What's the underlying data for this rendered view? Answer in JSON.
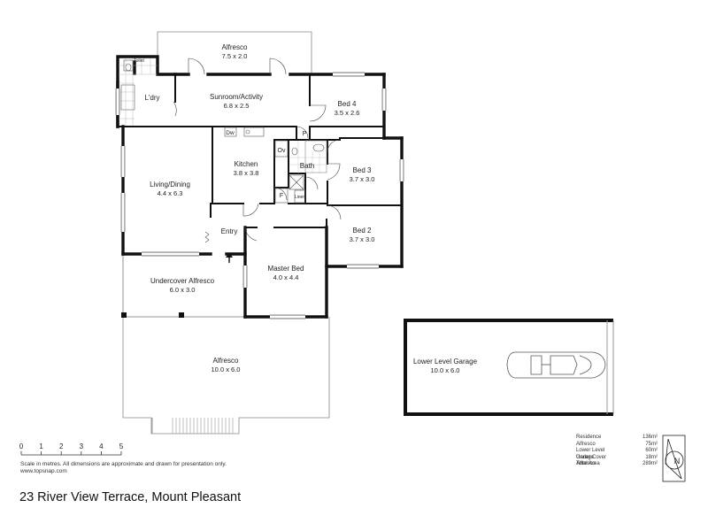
{
  "rooms": {
    "alfresco_top": {
      "name": "Alfresco",
      "dims": "7.5 x 2.0"
    },
    "laundry": {
      "name": "L'dry"
    },
    "toilet": {
      "name": "Toilet"
    },
    "sunroom": {
      "name": "Sunroom/Activity",
      "dims": "6.8 x 2.5"
    },
    "bed4": {
      "name": "Bed 4",
      "dims": "3.5 x 2.6"
    },
    "living": {
      "name": "Living/Dining",
      "dims": "4.4 x 6.3"
    },
    "kitchen": {
      "name": "Kitchen",
      "dims": "3.8 x 3.8"
    },
    "bath": {
      "name": "Bath"
    },
    "bed3": {
      "name": "Bed 3",
      "dims": "3.7 x 3.0"
    },
    "bed2": {
      "name": "Bed 2",
      "dims": "3.7 x 3.0"
    },
    "entry": {
      "name": "Entry"
    },
    "master": {
      "name": "Master Bed",
      "dims": "4.0 x 4.4"
    },
    "undercover": {
      "name": "Undercover Alfresco",
      "dims": "6.0 x 3.0"
    },
    "alfresco_main": {
      "name": "Alfresco",
      "dims": "10.0 x 6.0"
    },
    "garage": {
      "name": "Lower Level Garage",
      "dims": "10.0 x 6.0"
    }
  },
  "fixtures": {
    "dw": "Dw",
    "p": "P",
    "ov": "Ov",
    "f": "F",
    "linen": "Linen"
  },
  "scale": {
    "ticks": [
      "0",
      "1",
      "2",
      "3",
      "4",
      "5"
    ],
    "note": "Scale in metres. All dimensions are approximate and drawn for presentation only.",
    "url": "www.topsnap.com"
  },
  "areas": [
    {
      "label": "Residence",
      "value": "136m²"
    },
    {
      "label": "Alfresco",
      "value": "75m²"
    },
    {
      "label": "Lower Level Garage",
      "value": "60m²"
    },
    {
      "label": "Under Cover Alfresco",
      "value": "18m²"
    },
    {
      "label": "Total Area",
      "value": "289m²"
    }
  ],
  "compass": {
    "letter": "N"
  },
  "address": "23 River View Terrace, Mount Pleasant"
}
